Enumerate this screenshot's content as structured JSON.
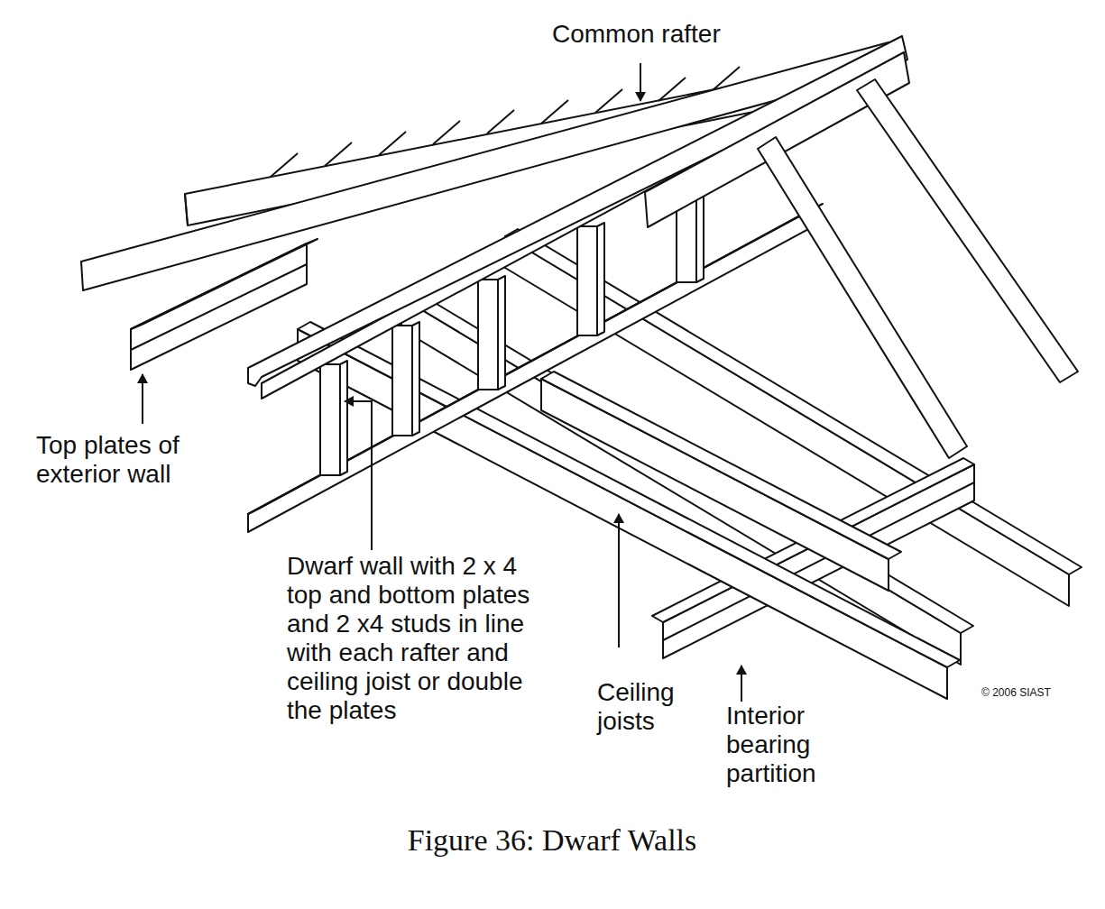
{
  "diagram": {
    "caption": "Figure 36: Dwarf Walls",
    "labels": [
      "Common rafter",
      "Top plates of exterior wall",
      "Dwarf wall with 2 x 4 top and bottom plates and 2 x4 studs in line with each rafter and ceiling joist or double the plates",
      "Ceiling joists",
      "Interior bearing partition",
      "© 2006 SIAST"
    ]
  }
}
